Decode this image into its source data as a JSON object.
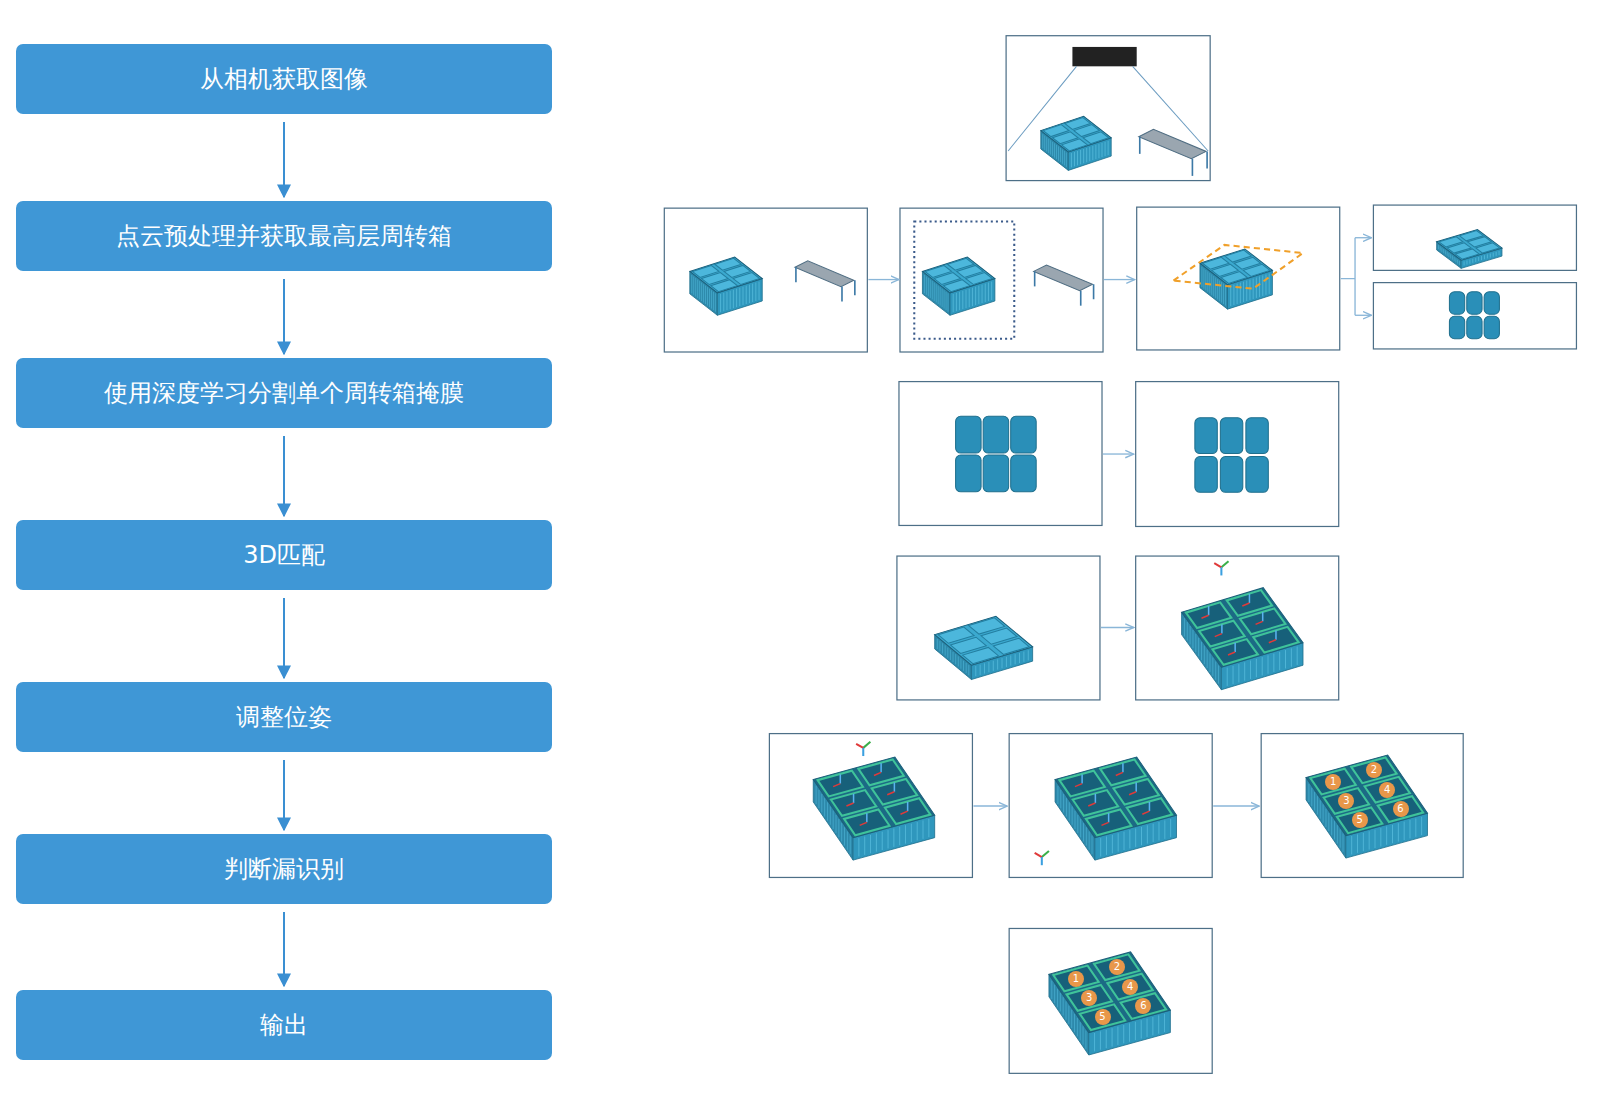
{
  "diagram": {
    "nodes": [
      {
        "text": [
          "从相机获取图像"
        ]
      },
      {
        "text": [
          "点云预处理并获取最高层周转箱"
        ]
      },
      {
        "text": [
          "使用深度学习分割单个周转箱掩膜"
        ]
      },
      {
        "text": [
          "3D匹配"
        ]
      },
      {
        "text": [
          "调整位姿"
        ]
      },
      {
        "text": [
          "判断漏识别"
        ]
      },
      {
        "text": [
          "输出"
        ]
      }
    ],
    "edges": [
      {
        "from": 0,
        "to": 1,
        "arrow": "to"
      },
      {
        "from": 1,
        "to": 2,
        "arrow": "to"
      },
      {
        "from": 2,
        "to": 3,
        "arrow": "to"
      },
      {
        "from": 3,
        "to": 4,
        "arrow": "to"
      },
      {
        "from": 4,
        "to": 5,
        "arrow": "to"
      },
      {
        "from": 5,
        "to": 6,
        "arrow": "to"
      }
    ],
    "labels": [
      "1",
      "2",
      "3",
      "4",
      "5",
      "6",
      "1",
      "2",
      "3",
      "4",
      "5",
      "6"
    ]
  }
}
